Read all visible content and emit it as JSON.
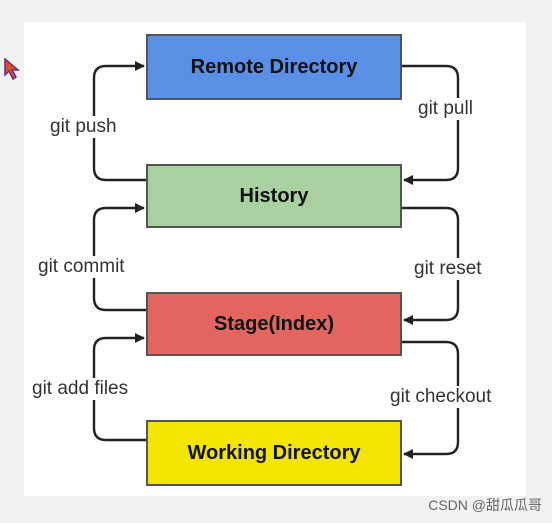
{
  "nodes": {
    "remote": {
      "label": "Remote Directory",
      "color": "#5b8fe6"
    },
    "history": {
      "label": "History",
      "color": "#a9d0a0"
    },
    "stage": {
      "label": "Stage(Index)",
      "color": "#e2665f"
    },
    "working": {
      "label": "Working Directory",
      "color": "#f2e500"
    }
  },
  "edges": {
    "git_push": "git push",
    "git_pull": "git pull",
    "git_commit": "git commit",
    "git_reset": "git reset",
    "git_add": "git add files",
    "git_checkout": "git checkout"
  },
  "watermark": "CSDN @甜瓜瓜哥",
  "icons": {
    "cursor": "mouse-pointer-icon"
  }
}
